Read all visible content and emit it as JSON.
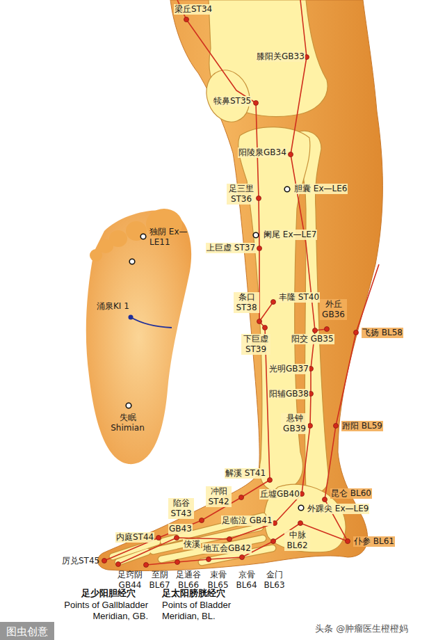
{
  "diagram": {
    "labels": [
      "梁丘ST34",
      "膝阳关GB33",
      "犊鼻ST35",
      "阳陵泉GB34",
      "足三里 ST36",
      "胆囊 Ex—LE6",
      "阑尾 Ex—LE7",
      "上巨虚 ST37",
      "独阴 Ex—LE11",
      "涌泉KI 1",
      "条口 ST38",
      "丰隆 ST40",
      "外丘 GB36",
      "下巨虚 ST39",
      "阳交 GB35",
      "飞扬 BL58",
      "光明GB37",
      "阳辅GB38",
      "失眠 Shimian",
      "悬钟 GB39",
      "跗阳 BL59",
      "解溪 ST41",
      "冲阳 ST42",
      "丘墟GB40",
      "昆仑 BL60",
      "外踝尖 Ex—LE9",
      "陷谷 ST43",
      "足临泣 GB41",
      "中脉 BL62",
      "内庭ST44",
      "GB43",
      "侠溪",
      "地五会GB42",
      "仆参 BL61",
      "金门 BL63",
      "厉兑ST45",
      "足窍阴 GB44",
      "至阴 BL67",
      "足通谷 BL66",
      "束骨 BL65",
      "京骨 BL64",
      "足少阳胆经穴",
      "Points of Gallbladder Meridian, GB.",
      "足太阳膀胱经穴",
      "Points of Bladder Meridian, BL.",
      "图虫创意",
      "头条 @肿瘤医生橙橙妈"
    ]
  }
}
